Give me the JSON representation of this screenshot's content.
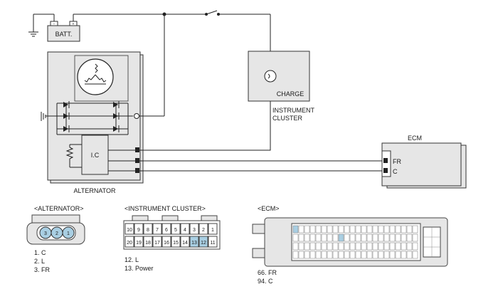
{
  "battery": {
    "label": "BATT."
  },
  "alternator": {
    "ic_label": "I.C",
    "caption": "ALTERNATOR"
  },
  "instrument_cluster": {
    "lamp_label": "CHARGE",
    "caption_line1": "INSTRUMENT",
    "caption_line2": "CLUSTER"
  },
  "ecm": {
    "title": "ECM",
    "pin_fr": "FR",
    "pin_c": "C"
  },
  "connectors": {
    "alternator": {
      "title": "<ALTERNATOR>",
      "pins": [
        "3",
        "2",
        "1"
      ],
      "legend": [
        "1. C",
        "2. L",
        "3. FR"
      ]
    },
    "instrument_cluster": {
      "title": "<INSTRUMENT CLUSTER>",
      "row1": [
        "10",
        "9",
        "8",
        "7",
        "6",
        "5",
        "4",
        "3",
        "2",
        "1"
      ],
      "row2": [
        "20",
        "19",
        "18",
        "17",
        "16",
        "15",
        "14",
        "13",
        "12",
        "11"
      ],
      "highlighted": [
        "13",
        "12"
      ],
      "legend": [
        "12. L",
        "13. Power"
      ]
    },
    "ecm": {
      "title": "<ECM>",
      "legend": [
        "66. FR",
        "94. C"
      ]
    }
  },
  "colors": {
    "body_fill": "#e6e6e6",
    "pin_highlight": "#a9cfe3",
    "wire": "#222222"
  }
}
